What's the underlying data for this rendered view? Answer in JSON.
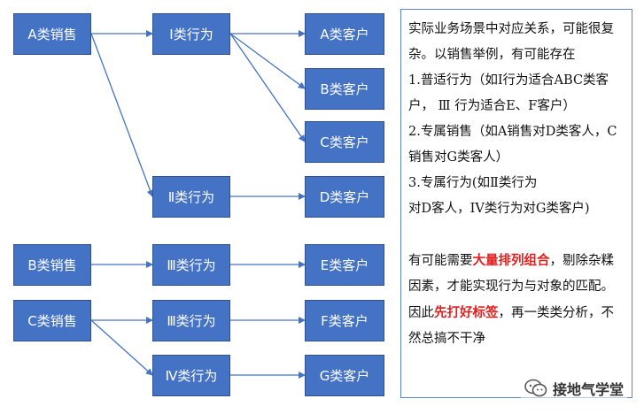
{
  "sales": {
    "a": "A类销售",
    "b": "B类销售",
    "c": "C类销售"
  },
  "behaviors": {
    "b1": "Ⅰ类行为",
    "b2": "Ⅱ类行为",
    "b3a": "Ⅲ类行为",
    "b3b": "Ⅲ类行为",
    "b4": "Ⅳ类行为"
  },
  "customers": {
    "a": "A类客户",
    "b": "B类客户",
    "c": "C类客户",
    "d": "D类客户",
    "e": "E类客户",
    "f": "F类客户",
    "g": "G类客户"
  },
  "description": {
    "intro": "实际业务场景中对应关系，可能很复杂。以销售举例，有可能存在",
    "item1": "1.普适行为（如I行为适合ABC类客户， Ⅲ 行为适合E、F客户）",
    "item2": "2.专属销售（如A销售对D类客人，C销售对G类客人）",
    "item3a": "3.专属行为(如Ⅱ类行为",
    "item3b": "对D客人，IV类行为对G类客户)",
    "conclusion_pre": "有可能需要",
    "conclusion_highlight1": "大量排列组合",
    "conclusion_mid": "，剔除杂糅因素，才能实现行为与对象的匹配。因此",
    "conclusion_highlight2": "先打好标签",
    "conclusion_post": "，再一类类分析，不然总搞不干净"
  },
  "watermark": {
    "text": "接地气学堂",
    "icon": "wechat-icon"
  },
  "colors": {
    "box_fill": "#4472c4",
    "arrow": "#4472c4",
    "highlight": "#e0201f"
  }
}
